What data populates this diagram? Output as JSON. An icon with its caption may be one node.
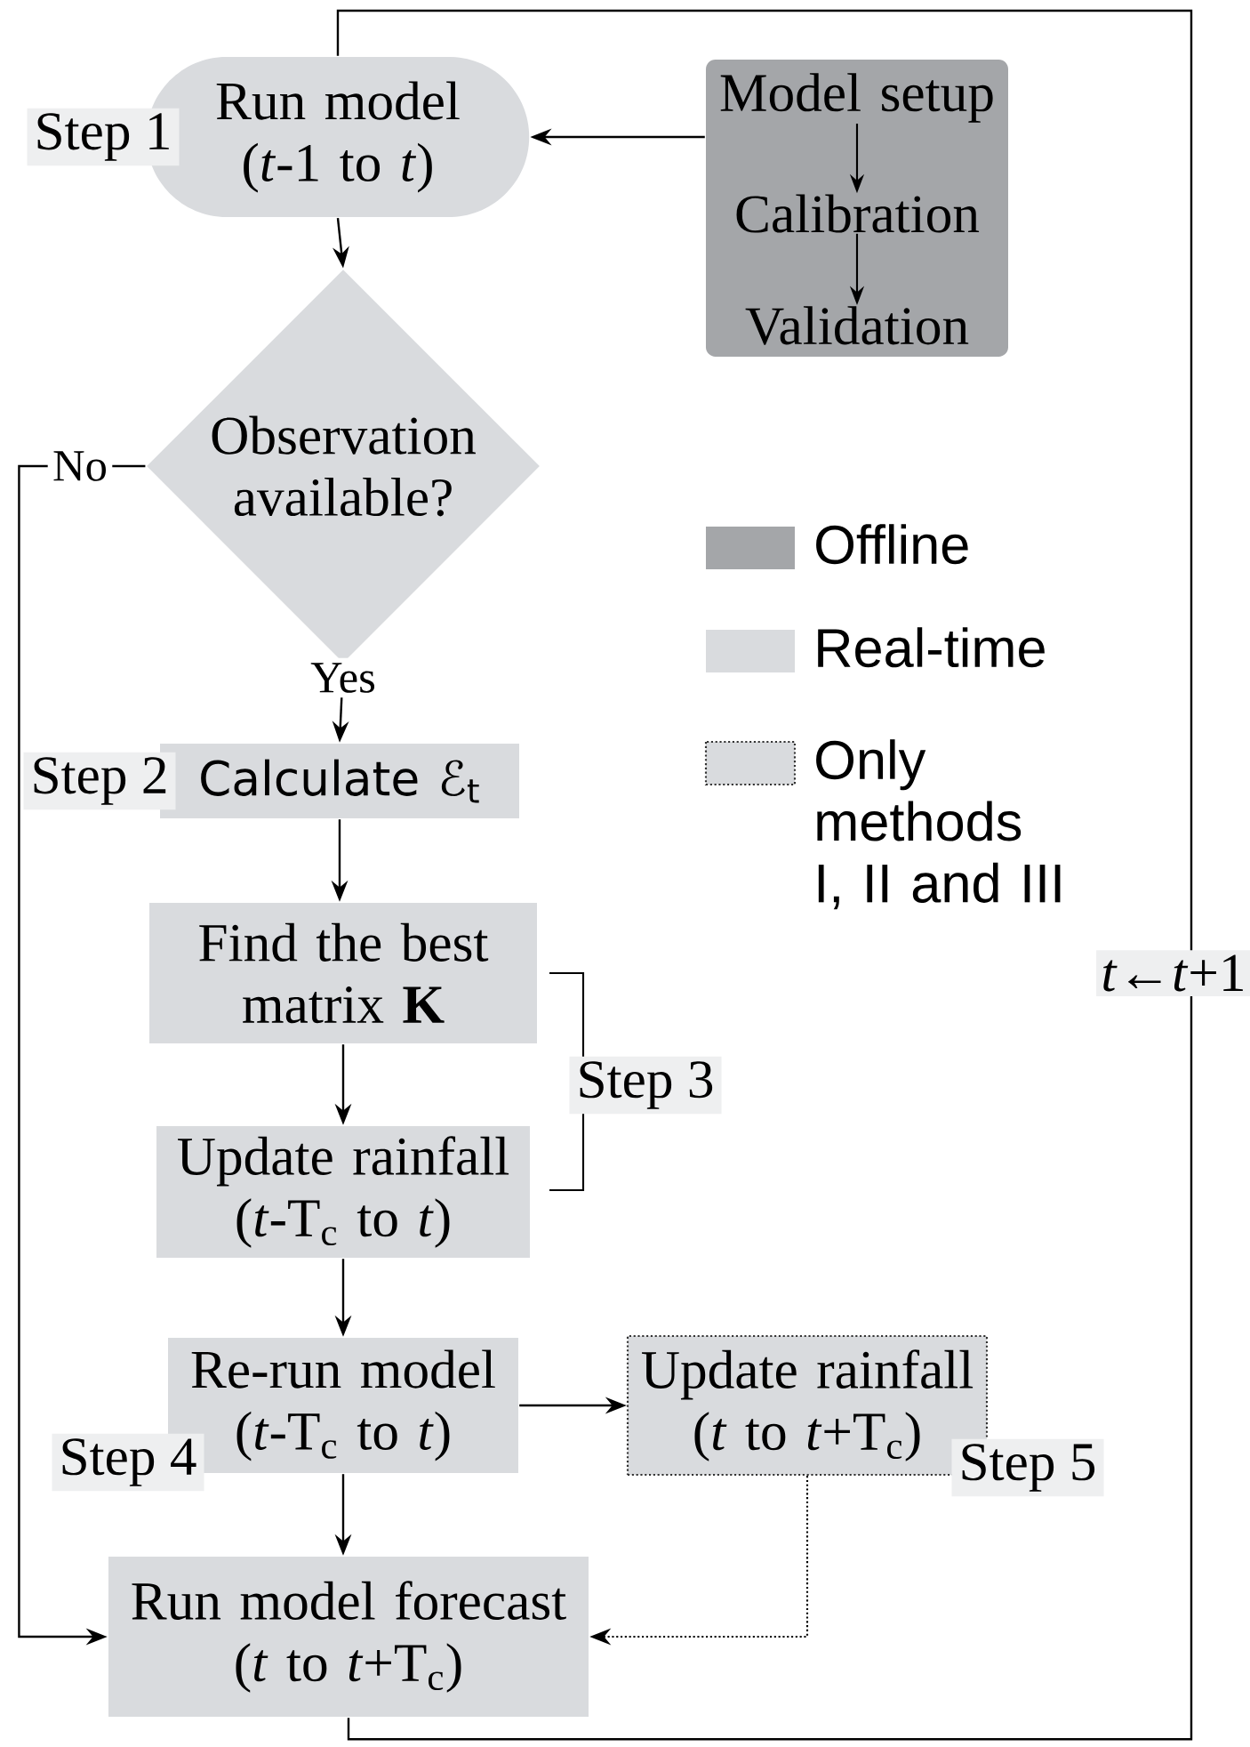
{
  "diagram": {
    "nodes": [
      {
        "text": [
          "Run model (*t*-1 to *t*)"
        ],
        "beside": [
          "Step 1"
        ]
      },
      {
        "text": [],
        "shape": "box"
      },
      {
        "text": [
          "Model setup"
        ],
        "in": 1
      },
      {
        "text": [
          "Calibration"
        ],
        "in": 1
      },
      {
        "text": [
          "Validation"
        ],
        "in": 1
      },
      {
        "text": [
          "Observation available?"
        ]
      },
      {
        "text": [
          "Calculate ℰ$_{t}$"
        ],
        "beside": [
          "Step 2"
        ]
      },
      {
        "text": [
          "Find the best matrix **K**"
        ]
      },
      {
        "text": [
          "Update rainfall (*t*-T$_{c}$ to *t*)"
        ]
      },
      {
        "text": [
          "Re-run model (*t*-T$_{c}$ to *t*)"
        ],
        "beside": [
          "Step 4"
        ]
      },
      {
        "text": [
          "Update rainfall (*t* to *t*+T$_{c}$)"
        ],
        "beside": [
          "Step 5"
        ]
      },
      {
        "text": [
          "Run model forecast (*t* to *t*+T$_{c}$)"
        ]
      }
    ],
    "edges": [
      {
        "from": 1,
        "to": 0,
        "arrow": "to"
      },
      {
        "from": 2,
        "to": 3,
        "arrow": "to"
      },
      {
        "from": 3,
        "to": 4,
        "arrow": "to"
      },
      {
        "from": 0,
        "to": 5,
        "arrow": "to"
      },
      {
        "from": 5,
        "to": 6,
        "arrow": "to",
        "label": "Yes"
      },
      {
        "from": 5,
        "to": 11,
        "arrow": "to",
        "label": "No"
      },
      {
        "from": 6,
        "to": 7,
        "arrow": "to"
      },
      {
        "from": 7,
        "to": 8,
        "arrow": "to"
      },
      {
        "from": 8,
        "to": 9,
        "arrow": "to"
      },
      {
        "from": 9,
        "to": 10,
        "arrow": "to"
      },
      {
        "from": 9,
        "to": 11,
        "arrow": "to"
      },
      {
        "from": 10,
        "to": 11,
        "arrow": "to",
        "style": "dashed"
      },
      {
        "from": 11,
        "to": 0,
        "arrow": "none",
        "label": "*t*←*t*+1"
      }
    ],
    "labels": [
      "Step 3"
    ],
    "legend": [
      {
        "text": "Offline",
        "color": "#a4a6a9"
      },
      {
        "text": "Real-time",
        "color": "#d9dbde"
      },
      {
        "text": "Only methods I, II and III"
      }
    ]
  }
}
